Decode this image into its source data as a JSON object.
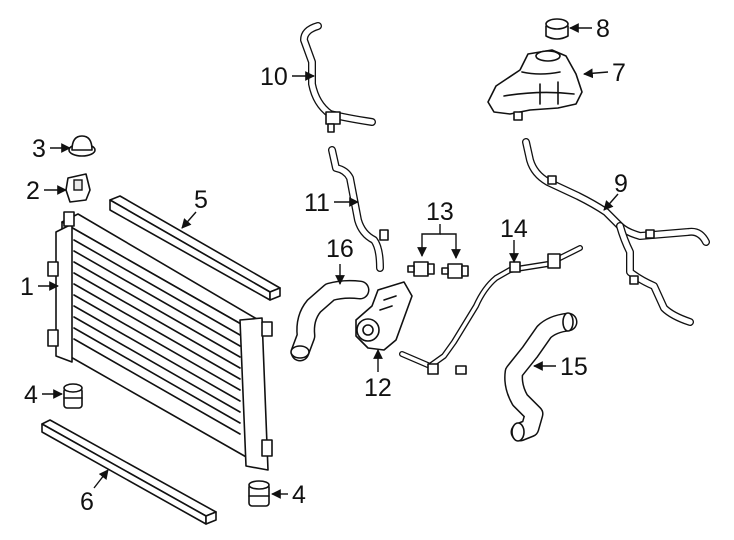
{
  "callouts": {
    "c1": "1",
    "c2": "2",
    "c3": "3",
    "c4a": "4",
    "c4b": "4",
    "c5": "5",
    "c6": "6",
    "c7": "7",
    "c8": "8",
    "c9": "9",
    "c10": "10",
    "c11": "11",
    "c12": "12",
    "c13": "13",
    "c14": "14",
    "c15": "15",
    "c16": "16"
  },
  "colors": {
    "line": "#111111",
    "background": "#ffffff"
  }
}
